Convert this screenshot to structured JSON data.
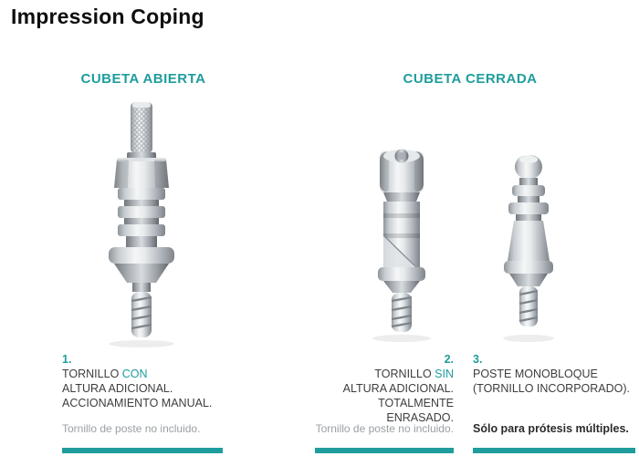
{
  "page": {
    "title": "Impression Coping"
  },
  "sections": {
    "open": {
      "heading": "CUBETA ABIERTA"
    },
    "closed": {
      "heading": "CUBETA CERRADA"
    }
  },
  "captions": [
    {
      "number": "1.",
      "line1_pre": "TORNILLO ",
      "line1_highlight": "CON",
      "line2": "ALTURA ADICIONAL.",
      "line3": "ACCIONAMIENTO MANUAL.",
      "note": "Tornillo de poste no incluido."
    },
    {
      "number": "2.",
      "line1_pre": "TORNILLO ",
      "line1_highlight": "SIN",
      "line2": "ALTURA ADICIONAL.",
      "line3": "TOTALMENTE ENRASADO.",
      "note": "Tornillo de poste no incluido."
    },
    {
      "number": "3.",
      "line1": "POSTE MONOBLOQUE",
      "line2": "(TORNILLO INCORPORADO).",
      "note": "Sólo para prótesis múltiples."
    }
  ],
  "images": [
    {
      "name": "open-tray-impression-coping"
    },
    {
      "name": "closed-tray-impression-coping"
    },
    {
      "name": "monoblock-post-coping"
    }
  ],
  "colors": {
    "accent": "#1f9d9c",
    "text_dark": "#3d3d3d",
    "text_muted": "#9aa0a3"
  }
}
